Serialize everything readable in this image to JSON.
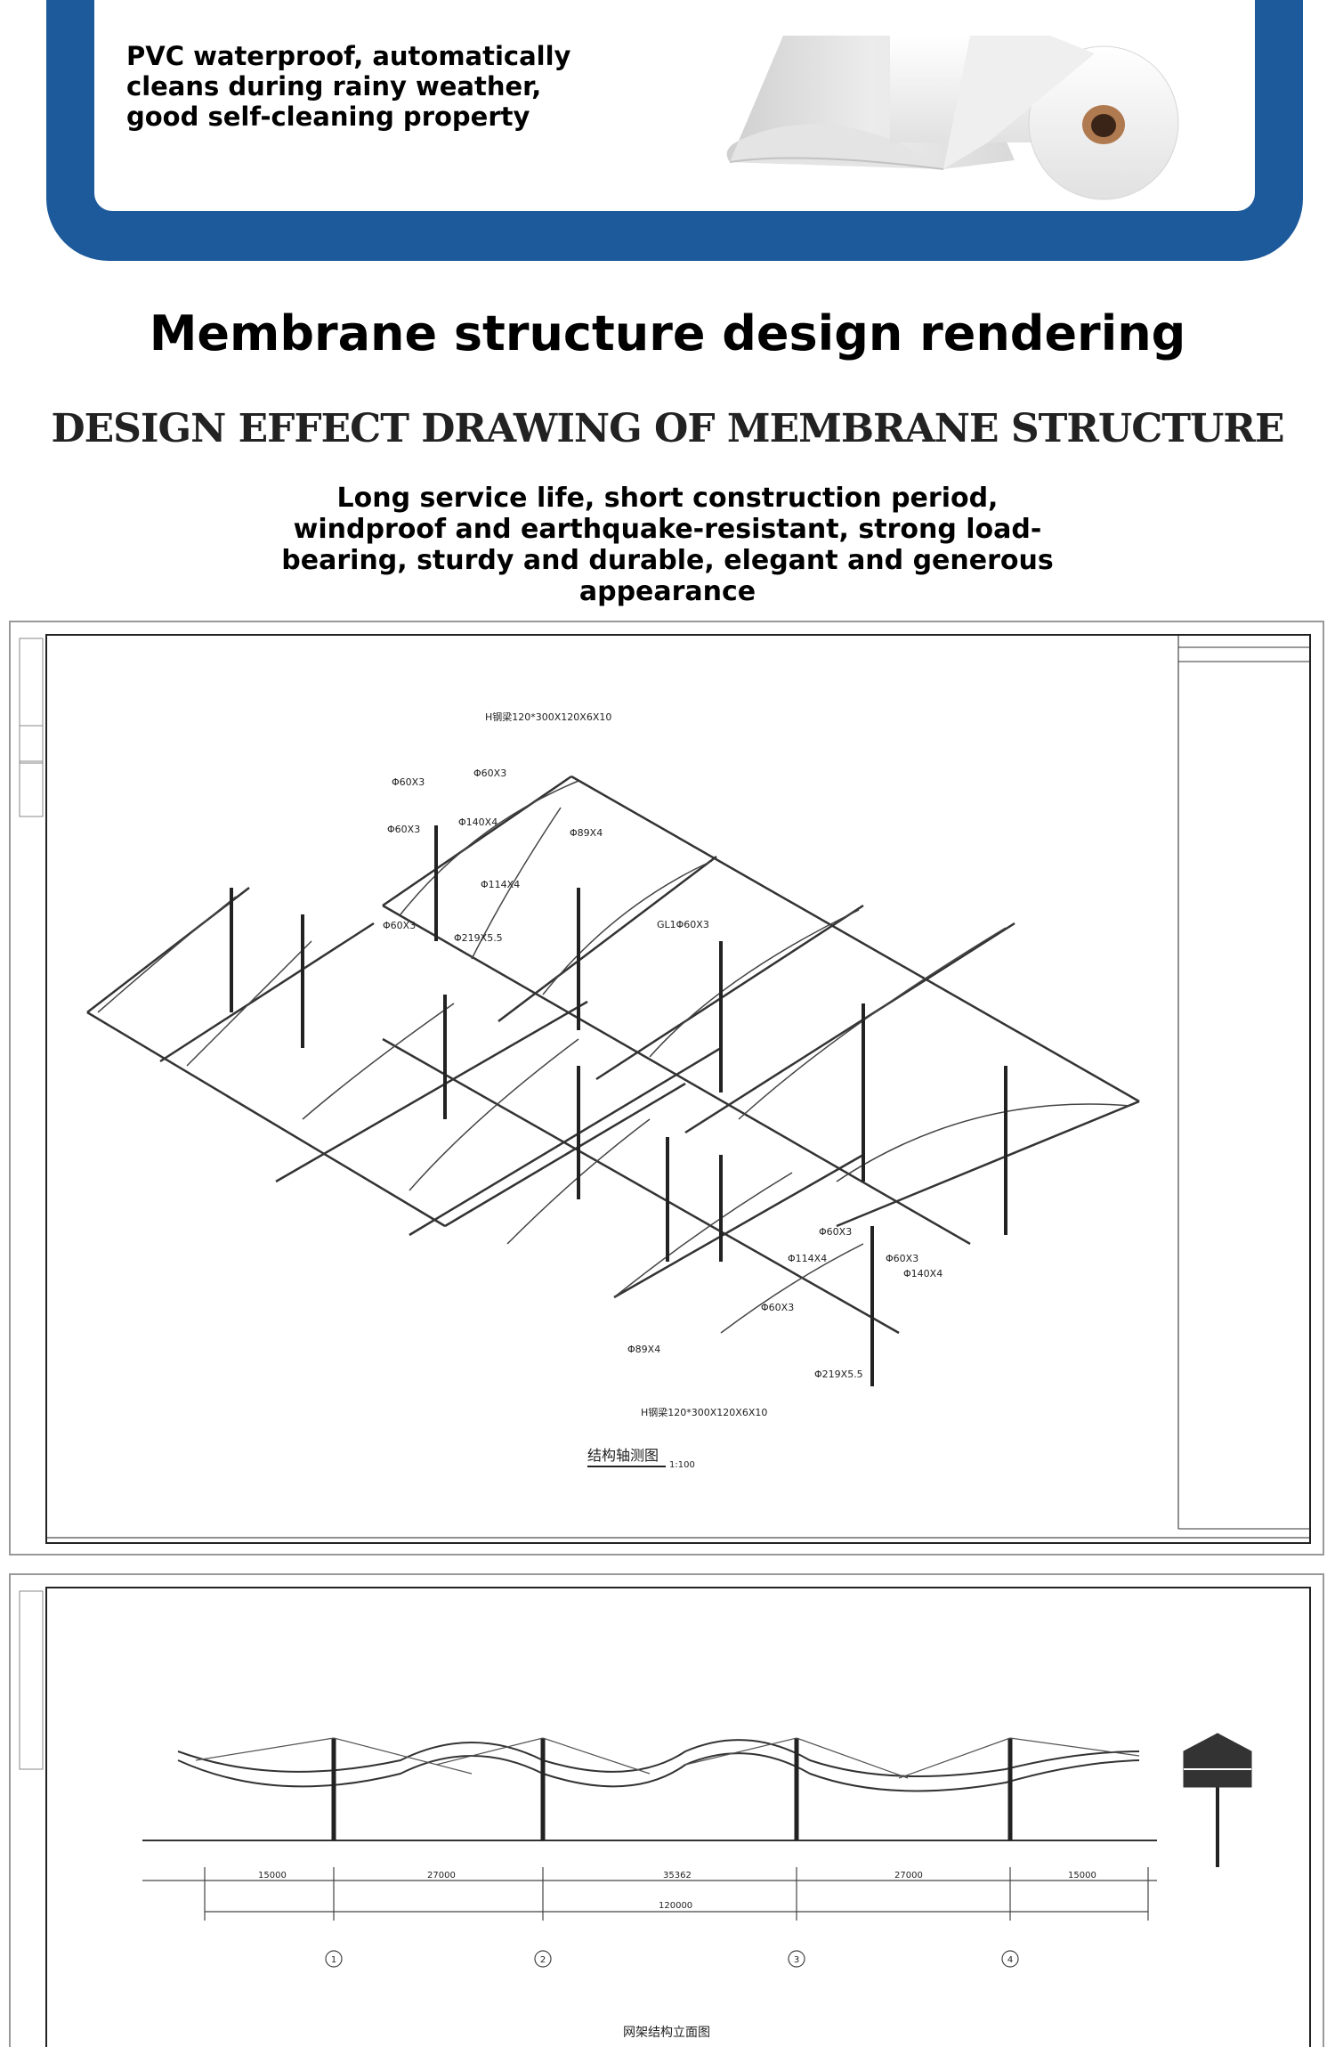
{
  "feature": {
    "text": "PVC waterproof, automatically cleans during rainy weather, good self-cleaning property"
  },
  "product_image": {
    "icon": "membrane-roll-icon"
  },
  "section": {
    "title": "Membrane structure design rendering",
    "subtitle": "DESIGN EFFECT DRAWING OF MEMBRANE STRUCTURE",
    "description": "Long service life, short construction period, windproof and earthquake-resistant, strong load-bearing, sturdy and durable, elegant and generous appearance"
  },
  "drawing_1": {
    "labels": {
      "top_beam": "H钢梁120*300X120X6X10",
      "bottom_beam": "H钢梁120*300X120X6X10",
      "d60x3_a": "Φ60X3",
      "d60x3_b": "Φ60X3",
      "d60x3_c": "Φ60X3",
      "d60x3_d": "Φ60X3",
      "d60x3_e": "Φ60X3",
      "d60x3_f": "Φ60X3",
      "d60x3_g": "Φ60X3",
      "d140x4_a": "Φ140X4",
      "d140x4_b": "Φ140X4",
      "d89x4_a": "Φ89X4",
      "d89x4_b": "Φ89X4",
      "d114x4_a": "Φ114X4",
      "d114x4_b": "Φ114X4",
      "d219_a": "Φ219X5.5",
      "d219_b": "Φ219X5.5",
      "glu": "GL1Φ60X3",
      "caption": "结构轴测图",
      "scale": "1:100"
    }
  },
  "drawing_2": {
    "dims": [
      "15000",
      "27000",
      "35362",
      "27000",
      "15000"
    ],
    "total_dim": "120000",
    "axes": [
      "1",
      "2",
      "3",
      "4"
    ],
    "caption": "网架结构立面图"
  }
}
